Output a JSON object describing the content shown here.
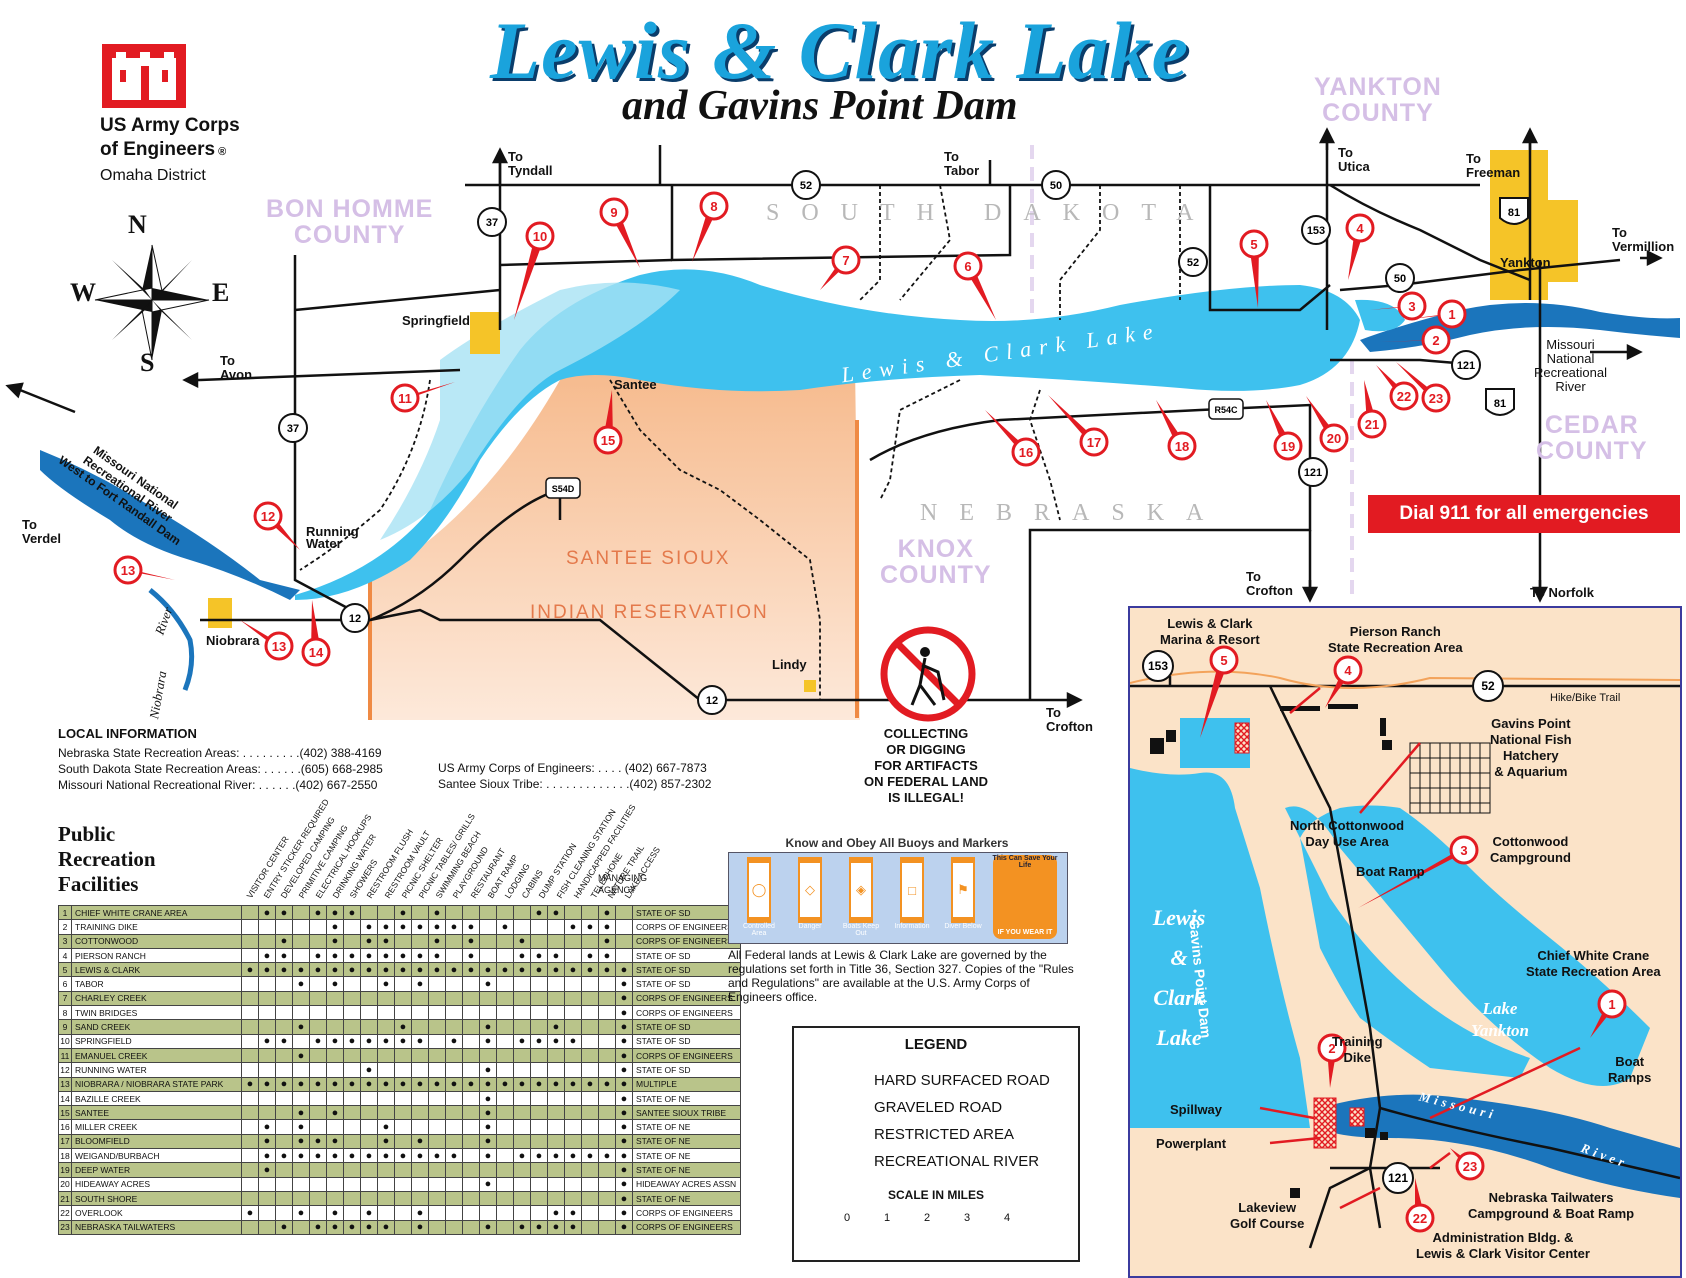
{
  "title": "Lewis & Clark Lake",
  "subtitle": "and Gavins Point Dam",
  "agency": {
    "name1": "US Army Corps",
    "name2": "of Engineers",
    "reg": "®",
    "district": "Omaha District"
  },
  "compass": {
    "n": "N",
    "s": "S",
    "e": "E",
    "w": "W"
  },
  "counties": {
    "bon_homme": [
      "BON HOMME",
      "COUNTY"
    ],
    "yankton": [
      "YANKTON",
      "COUNTY"
    ],
    "cedar": [
      "CEDAR",
      "COUNTY"
    ],
    "knox": [
      "KNOX",
      "COUNTY"
    ]
  },
  "states": {
    "sd": "SOUTH DAKOTA",
    "ne": "NEBRASKA"
  },
  "reservation": [
    "SANTEE SIOUX",
    "INDIAN RESERVATION"
  ],
  "lake_label": "Lewis & Clark Lake",
  "towns": {
    "springfield": "Springfield",
    "santee": "Santee",
    "niobrara": "Niobrara",
    "yankton": "Yankton",
    "lindy": "Lindy",
    "running_water": [
      "Running",
      "Water"
    ]
  },
  "directions": {
    "tyndall": [
      "To",
      "Tyndall"
    ],
    "tabor": [
      "To",
      "Tabor"
    ],
    "utica": [
      "To",
      "Utica"
    ],
    "freeman": [
      "To",
      "Freeman"
    ],
    "vermillion": [
      "To",
      "Vermillion"
    ],
    "avon": [
      "To",
      "Avon"
    ],
    "verdel": [
      "To",
      "Verdel"
    ],
    "crofton1": [
      "To",
      "Crofton"
    ],
    "crofton2": [
      "To",
      "Crofton"
    ],
    "norfolk": "To Norfolk"
  },
  "rivers": {
    "mnrr_west": [
      "Missouri National",
      "Recreational River",
      "West to Fort Randall Dam"
    ],
    "mnrr_east": [
      "Missouri",
      "National",
      "Recreational",
      "River"
    ],
    "niobrara": "Niobrara",
    "river": "River"
  },
  "routes": [
    "37",
    "37",
    "52",
    "52",
    "50",
    "50",
    "153",
    "81",
    "81",
    "121",
    "121",
    "12",
    "12",
    "S54D",
    "R54C"
  ],
  "site_markers": [
    "1",
    "2",
    "3",
    "4",
    "5",
    "6",
    "7",
    "8",
    "9",
    "10",
    "11",
    "12",
    "13",
    "13",
    "14",
    "15",
    "16",
    "17",
    "18",
    "19",
    "20",
    "21",
    "22",
    "23"
  ],
  "emergency": "Dial 911 for all emergencies",
  "artifacts": [
    "COLLECTING",
    "OR DIGGING",
    "FOR ARTIFACTS",
    "ON FEDERAL LAND",
    "IS ILLEGAL!"
  ],
  "local_info": {
    "heading": "LOCAL INFORMATION",
    "lines": [
      "Nebraska State Recreation Areas: . . . . . . . . .(402) 388-4169",
      "South Dakota State Recreation Areas: . . . . . .(605) 668-2985",
      "Missouri National Recreational River: . . . . . .(402) 667-2550"
    ],
    "lines2": [
      "US Army Corps of Engineers: . . . . (402) 667-7873",
      "Santee Sioux Tribe: . . . . . . . . . . . . .(402) 857-2302"
    ]
  },
  "facilities": {
    "heading": [
      "Public",
      "Recreation",
      "Facilities"
    ],
    "managing_agency": [
      "MANAGING",
      "AGENCY"
    ],
    "columns": [
      "VISITOR CENTER",
      "ENTRY STICKER REQUIRED",
      "DEVELOPED CAMPING",
      "PRIMITIVE CAMPING",
      "ELECTRICAL HOOKUPS",
      "DRINKING WATER",
      "SHOWERS",
      "RESTROOM FLUSH",
      "RESTROOM VAULT",
      "PICNIC SHELTER",
      "PICNIC TABLES/ GRILLS",
      "SWIMMING BEACH",
      "PLAYGROUND",
      "RESTAURANT",
      "BOAT RAMP",
      "LODGING",
      "CABINS",
      "DUMP STATION",
      "FISH CLEANING STATION",
      "HANDICAPPED FACILITIES",
      "TELEPHONE",
      "NATURE TRAIL",
      "LAKE ACCESS"
    ],
    "rows": [
      {
        "n": "1",
        "name": "CHIEF WHITE CRANE AREA",
        "agency": "STATE OF SD",
        "color": "g",
        "dots": [
          0,
          1,
          1,
          0,
          1,
          1,
          1,
          0,
          0,
          1,
          0,
          1,
          0,
          0,
          0,
          0,
          0,
          1,
          1,
          0,
          0,
          1,
          0
        ]
      },
      {
        "n": "2",
        "name": "TRAINING DIKE",
        "agency": "CORPS OF ENGINEERS",
        "color": "w",
        "dots": [
          0,
          0,
          0,
          0,
          0,
          1,
          0,
          1,
          1,
          1,
          1,
          1,
          1,
          1,
          0,
          1,
          0,
          0,
          0,
          1,
          1,
          1,
          0
        ]
      },
      {
        "n": "3",
        "name": "COTTONWOOD",
        "agency": "CORPS OF ENGINEERS",
        "color": "g",
        "dots": [
          0,
          0,
          1,
          0,
          0,
          1,
          0,
          1,
          1,
          0,
          0,
          1,
          0,
          1,
          0,
          0,
          1,
          0,
          0,
          0,
          0,
          1,
          0
        ]
      },
      {
        "n": "4",
        "name": "PIERSON RANCH",
        "agency": "STATE OF SD",
        "color": "w",
        "dots": [
          0,
          1,
          1,
          0,
          1,
          1,
          1,
          1,
          1,
          1,
          1,
          1,
          0,
          1,
          0,
          0,
          1,
          1,
          1,
          0,
          1,
          1,
          0
        ]
      },
      {
        "n": "5",
        "name": "LEWIS & CLARK",
        "agency": "STATE OF SD",
        "color": "g",
        "dots": [
          1,
          1,
          1,
          1,
          1,
          1,
          1,
          1,
          1,
          1,
          1,
          1,
          1,
          1,
          1,
          1,
          1,
          1,
          1,
          1,
          1,
          1,
          1
        ]
      },
      {
        "n": "6",
        "name": "TABOR",
        "agency": "STATE OF SD",
        "color": "w",
        "dots": [
          0,
          0,
          0,
          1,
          0,
          1,
          0,
          0,
          1,
          0,
          1,
          0,
          0,
          0,
          1,
          0,
          0,
          0,
          0,
          0,
          0,
          0,
          1
        ]
      },
      {
        "n": "7",
        "name": "CHARLEY CREEK",
        "agency": "CORPS OF ENGINEERS",
        "color": "g",
        "dots": [
          0,
          0,
          0,
          0,
          0,
          0,
          0,
          0,
          0,
          0,
          0,
          0,
          0,
          0,
          0,
          0,
          0,
          0,
          0,
          0,
          0,
          0,
          1
        ]
      },
      {
        "n": "8",
        "name": "TWIN BRIDGES",
        "agency": "CORPS OF ENGINEERS",
        "color": "w",
        "dots": [
          0,
          0,
          0,
          0,
          0,
          0,
          0,
          0,
          0,
          0,
          0,
          0,
          0,
          0,
          0,
          0,
          0,
          0,
          0,
          0,
          0,
          0,
          1
        ]
      },
      {
        "n": "9",
        "name": "SAND CREEK",
        "agency": "STATE OF SD",
        "color": "g",
        "dots": [
          0,
          0,
          0,
          1,
          0,
          0,
          0,
          0,
          0,
          1,
          0,
          0,
          0,
          0,
          1,
          0,
          0,
          0,
          1,
          0,
          0,
          0,
          1
        ]
      },
      {
        "n": "10",
        "name": "SPRINGFIELD",
        "agency": "STATE OF SD",
        "color": "w",
        "dots": [
          0,
          1,
          1,
          0,
          1,
          1,
          1,
          1,
          1,
          1,
          1,
          0,
          1,
          0,
          1,
          0,
          1,
          1,
          1,
          1,
          0,
          0,
          1
        ]
      },
      {
        "n": "11",
        "name": "EMANUEL CREEK",
        "agency": "CORPS OF ENGINEERS",
        "color": "g",
        "dots": [
          0,
          0,
          0,
          1,
          0,
          0,
          0,
          0,
          0,
          0,
          0,
          0,
          0,
          0,
          0,
          0,
          0,
          0,
          0,
          0,
          0,
          0,
          1
        ]
      },
      {
        "n": "12",
        "name": "RUNNING WATER",
        "agency": "STATE OF SD",
        "color": "w",
        "dots": [
          0,
          0,
          0,
          0,
          0,
          0,
          0,
          1,
          0,
          0,
          0,
          0,
          0,
          0,
          1,
          0,
          0,
          0,
          0,
          0,
          0,
          0,
          1
        ]
      },
      {
        "n": "13",
        "name": "NIOBRARA / NIOBRARA STATE PARK",
        "agency": "MULTIPLE",
        "color": "g",
        "dots": [
          1,
          1,
          1,
          1,
          1,
          1,
          1,
          1,
          1,
          1,
          1,
          1,
          1,
          1,
          1,
          1,
          1,
          1,
          1,
          1,
          1,
          1,
          1
        ]
      },
      {
        "n": "14",
        "name": "BAZILLE CREEK",
        "agency": "STATE OF NE",
        "color": "w",
        "dots": [
          0,
          0,
          0,
          0,
          0,
          0,
          0,
          0,
          0,
          0,
          0,
          0,
          0,
          0,
          1,
          0,
          0,
          0,
          0,
          0,
          0,
          0,
          1
        ]
      },
      {
        "n": "15",
        "name": "SANTEE",
        "agency": "SANTEE SIOUX TRIBE",
        "color": "g",
        "dots": [
          0,
          0,
          0,
          1,
          0,
          1,
          0,
          0,
          0,
          0,
          0,
          0,
          0,
          0,
          1,
          0,
          0,
          0,
          0,
          0,
          0,
          0,
          1
        ]
      },
      {
        "n": "16",
        "name": "MILLER CREEK",
        "agency": "STATE OF NE",
        "color": "w",
        "dots": [
          0,
          1,
          0,
          1,
          0,
          0,
          0,
          0,
          1,
          0,
          0,
          0,
          0,
          0,
          1,
          0,
          0,
          0,
          0,
          0,
          0,
          0,
          1
        ]
      },
      {
        "n": "17",
        "name": "BLOOMFIELD",
        "agency": "STATE OF NE",
        "color": "g",
        "dots": [
          0,
          1,
          0,
          1,
          1,
          1,
          0,
          0,
          1,
          0,
          1,
          0,
          0,
          0,
          1,
          0,
          0,
          0,
          0,
          0,
          0,
          0,
          1
        ]
      },
      {
        "n": "18",
        "name": "WEIGAND/BURBACH",
        "agency": "STATE OF NE",
        "color": "w",
        "dots": [
          0,
          1,
          1,
          1,
          1,
          1,
          1,
          1,
          1,
          1,
          1,
          1,
          1,
          0,
          1,
          0,
          1,
          1,
          1,
          1,
          1,
          1,
          1
        ]
      },
      {
        "n": "19",
        "name": "DEEP WATER",
        "agency": "STATE OF NE",
        "color": "g",
        "dots": [
          0,
          1,
          0,
          0,
          0,
          0,
          0,
          0,
          0,
          0,
          0,
          0,
          0,
          0,
          0,
          0,
          0,
          0,
          0,
          0,
          0,
          0,
          1
        ]
      },
      {
        "n": "20",
        "name": "HIDEAWAY ACRES",
        "agency": "HIDEAWAY ACRES ASSN",
        "color": "w",
        "dots": [
          0,
          0,
          0,
          0,
          0,
          0,
          0,
          0,
          0,
          0,
          0,
          0,
          0,
          0,
          1,
          0,
          0,
          0,
          0,
          0,
          0,
          0,
          1
        ]
      },
      {
        "n": "21",
        "name": "SOUTH SHORE",
        "agency": "STATE OF NE",
        "color": "g",
        "dots": [
          0,
          0,
          0,
          0,
          0,
          0,
          0,
          0,
          0,
          0,
          0,
          0,
          0,
          0,
          0,
          0,
          0,
          0,
          0,
          0,
          0,
          0,
          1
        ]
      },
      {
        "n": "22",
        "name": "OVERLOOK",
        "agency": "CORPS OF ENGINEERS",
        "color": "w",
        "dots": [
          1,
          0,
          0,
          1,
          0,
          1,
          0,
          1,
          0,
          0,
          1,
          0,
          0,
          0,
          0,
          0,
          0,
          0,
          1,
          1,
          0,
          0,
          1
        ]
      },
      {
        "n": "23",
        "name": "NEBRASKA TAILWATERS",
        "agency": "CORPS OF ENGINEERS",
        "color": "g",
        "dots": [
          0,
          0,
          1,
          0,
          1,
          1,
          1,
          1,
          1,
          0,
          1,
          0,
          0,
          0,
          1,
          0,
          1,
          1,
          1,
          1,
          0,
          0,
          1
        ]
      }
    ]
  },
  "buoys": {
    "heading": "Know and Obey All Buoys and Markers",
    "items": [
      {
        "label": "Controlled Area",
        "sym": "◯"
      },
      {
        "label": "Danger",
        "sym": "◇"
      },
      {
        "label": "Boats Keep Out",
        "sym": "◈"
      },
      {
        "label": "Information",
        "sym": "□"
      },
      {
        "label": "Diver Below",
        "sym": "⚑"
      }
    ],
    "vest_top": "This Can Save Your Life",
    "vest_bottom": "IF YOU WEAR IT"
  },
  "federal_text": "All Federal lands at Lewis & Clark Lake are governed by the regulations set forth in Title 36, Section 327. Copies of the \"Rules and Regulations\" are available at the U.S. Army Corps of Engineers office.",
  "legend": {
    "title": "LEGEND",
    "items": [
      "HARD SURFACED ROAD",
      "GRAVELED ROAD",
      "RESTRICTED AREA",
      "RECREATIONAL RIVER"
    ],
    "scale_title": "SCALE IN MILES",
    "scale_ticks": [
      "0",
      "1",
      "2",
      "3",
      "4"
    ]
  },
  "inset": {
    "labels": {
      "marina": [
        "Lewis & Clark",
        "Marina & Resort"
      ],
      "pierson": [
        "Pierson Ranch",
        "State Recreation Area"
      ],
      "trail": "Hike/Bike Trail",
      "hatchery": [
        "Gavins Point",
        "National Fish",
        "Hatchery",
        "& Aquarium"
      ],
      "north_cottonwood": [
        "North Cottonwood",
        "Day Use Area"
      ],
      "boat_ramp": "Boat Ramp",
      "cottonwood": [
        "Cottonwood",
        "Campground"
      ],
      "chief": [
        "Chief White Crane",
        "State Recreation Area"
      ],
      "dam": "Gavins Point Dam",
      "training": [
        "Training",
        "Dike"
      ],
      "boat_ramps": [
        "Boat",
        "Ramps"
      ],
      "spillway": "Spillway",
      "powerplant": "Powerplant",
      "golf": [
        "Lakeview",
        "Golf Course"
      ],
      "tailwaters": [
        "Nebraska Tailwaters",
        "Campground & Boat Ramp"
      ],
      "admin": [
        "Administration Bldg. &",
        "Lewis & Clark Visitor Center"
      ],
      "lake": [
        "Lewis",
        "&",
        "Clark",
        "Lake"
      ],
      "lake_yankton": [
        "Lake",
        "Yankton"
      ],
      "missouri": "Missouri",
      "river": "River"
    },
    "routes": [
      "153",
      "52",
      "121"
    ],
    "markers": [
      "5",
      "4",
      "3",
      "1",
      "2",
      "23",
      "22"
    ]
  },
  "colors": {
    "water": "#3ec1ee",
    "reservation": "#f6b98b",
    "town": "#f5c428",
    "marker": "#e21b22",
    "title": "#1aa3dc",
    "inset_bg": "#fbe3c8"
  }
}
